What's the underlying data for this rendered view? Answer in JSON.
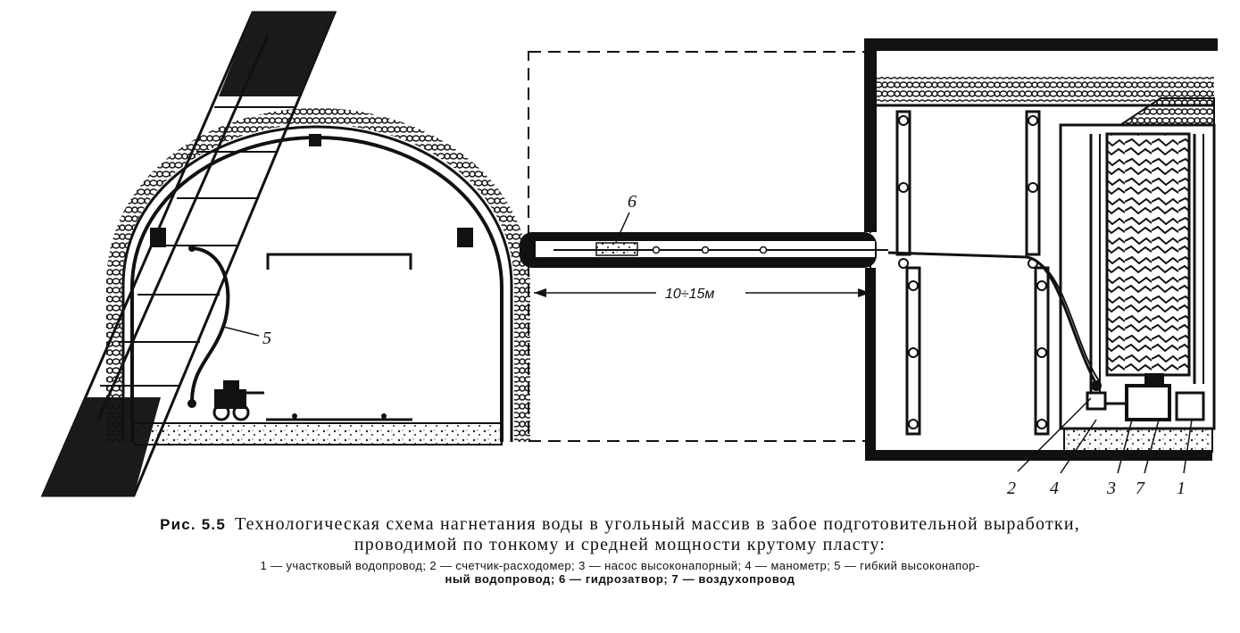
{
  "figure": {
    "callouts": {
      "c1": "1",
      "c2": "2",
      "c3": "3",
      "c4": "4",
      "c5": "5",
      "c6": "6",
      "c7": "7"
    },
    "dimension": "10÷15м"
  },
  "caption": {
    "label": "Рис. 5.5",
    "title_line1": "Технологическая схема нагнетания воды в угольный массив в забое подготовительной выработки,",
    "title_line2": "проводимой по тонкому и средней мощности крутому пласту:",
    "legend_line1": "1 — участковый водопровод; 2 — счетчик-расходомер; 3 — насос высоконапорный; 4 — манометр; 5 — гибкий высоконапор-",
    "legend_line2": "ный водопровод; 6 — гидрозатвор; 7 — воздухопровод"
  }
}
